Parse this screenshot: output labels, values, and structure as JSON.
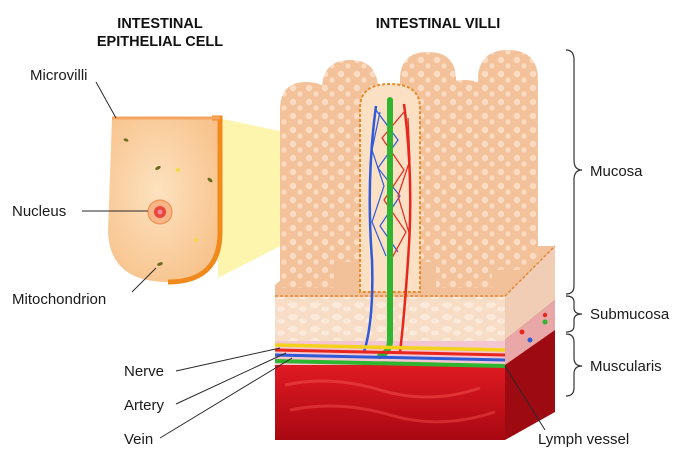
{
  "titles": {
    "cell_line1": "INTESTINAL",
    "cell_line2": "EPITHELIAL CELL",
    "villi": "INTESTINAL VILLI"
  },
  "cell_labels": {
    "microvilli": "Microvilli",
    "nucleus": "Nucleus",
    "mitochondrion": "Mitochondrion"
  },
  "layer_labels": {
    "mucosa": "Mucosa",
    "submucosa": "Submucosa",
    "muscularis": "Muscularis"
  },
  "vessel_labels": {
    "nerve": "Nerve",
    "artery": "Artery",
    "vein": "Vein",
    "lymph_vessel": "Lymph vessel"
  },
  "colors": {
    "villus_fill": "#f6c8a2",
    "villus_spot": "#fbdcc0",
    "cell_fill": "#fbd3a6",
    "cell_edge": "#f08a1c",
    "zoom_beam": "#fdf2a0",
    "artery": "#e8261d",
    "vein": "#2f5bd8",
    "lymph": "#2fb52f",
    "nerve": "#f2d21a",
    "muscle": "#c8101a"
  }
}
